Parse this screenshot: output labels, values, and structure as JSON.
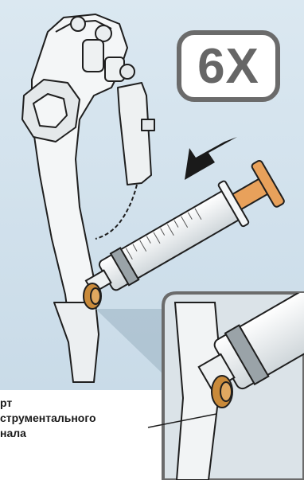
{
  "badge": {
    "text": "6X"
  },
  "callout_label": {
    "line1": "рт",
    "line2": "струментального",
    "line3": "нала"
  },
  "colors": {
    "background": "#d6e5ef",
    "arrow": "#1a1a1a",
    "plunger": "#e8a15b",
    "port": "#c98a3a",
    "outline": "#1f1f1f"
  }
}
